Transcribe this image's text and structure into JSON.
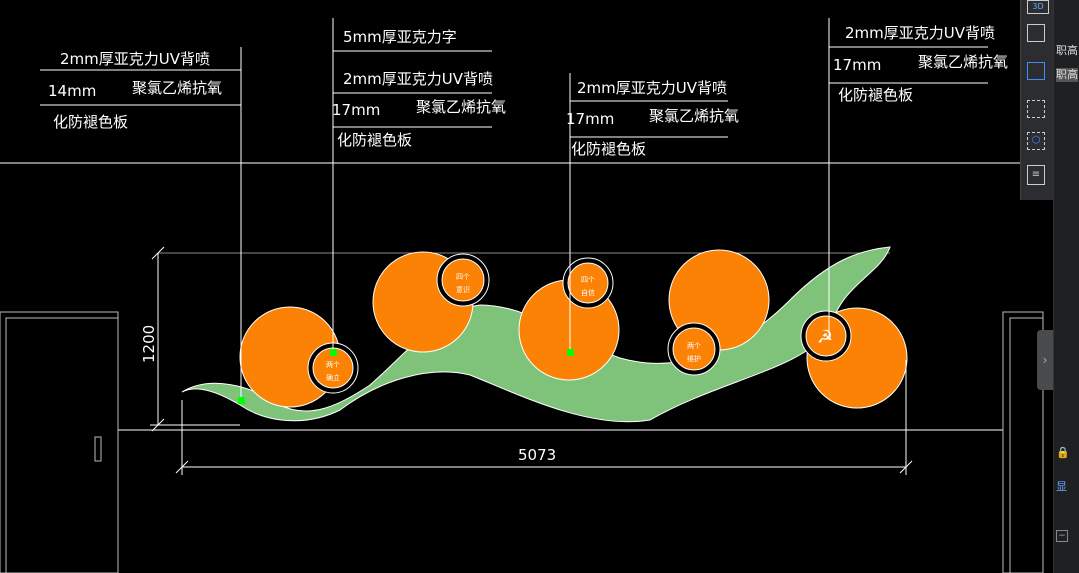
{
  "callouts": [
    {
      "lines": [
        "2mm厚亚克力UV背喷",
        "14mm",
        "聚氯乙烯抗氧",
        "化防褪色板"
      ]
    },
    {
      "lines": [
        "5mm厚亚克力字",
        "2mm厚亚克力UV背喷",
        "17mm",
        "聚氯乙烯抗氧",
        "化防褪色板"
      ]
    },
    {
      "lines": [
        "2mm厚亚克力UV背喷",
        "17mm",
        "聚氯乙烯抗氧",
        "化防褪色板"
      ]
    },
    {
      "lines": [
        "2mm厚亚克力UV背喷",
        "17mm",
        "聚氯乙烯抗氧",
        "化防褪色板"
      ]
    }
  ],
  "circles": [
    {
      "l1": "两个",
      "l2": "确立"
    },
    {
      "l1": "四个",
      "l2": "意识"
    },
    {
      "l1": "四个",
      "l2": "自信"
    },
    {
      "l1": "两个",
      "l2": "维护"
    }
  ],
  "dimensions": {
    "height": "1200",
    "width": "5073"
  },
  "colors": {
    "orange": "#fb8204",
    "green": "#7fc27a",
    "marker": "#00ff00"
  },
  "toolbar": {
    "view3d": "3D"
  },
  "panel": {
    "item1": "职高",
    "item2": "职高",
    "display": "显"
  }
}
